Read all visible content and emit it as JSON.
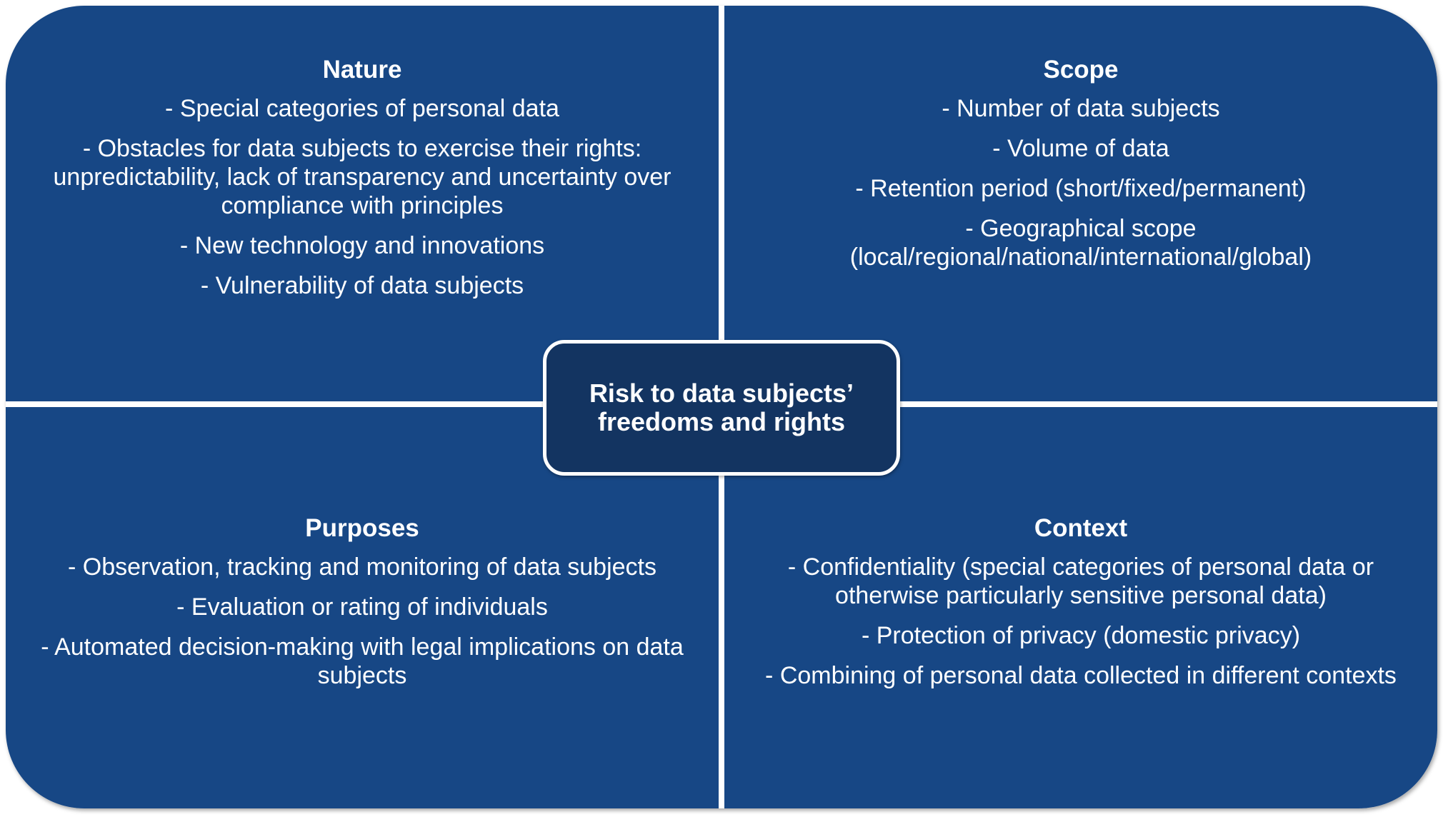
{
  "center": {
    "label": "Risk to data subjects’ freedoms and rights"
  },
  "quadrants": {
    "nature": {
      "title": "Nature",
      "items": [
        "- Special categories of personal data",
        "- Obstacles for data subjects to exercise their rights: unpredictability, lack of transparency and uncertainty over compliance with principles",
        "- New technology and innovations",
        "- Vulnerability of data subjects"
      ]
    },
    "scope": {
      "title": "Scope",
      "items": [
        "- Number of data subjects",
        "- Volume of data",
        "- Retention period (short/fixed/permanent)",
        "- Geographical scope (local/regional/national/international/global)"
      ]
    },
    "purposes": {
      "title": "Purposes",
      "items": [
        "- Observation, tracking and monitoring of data subjects",
        "- Evaluation or rating of individuals",
        "- Automated decision-making with legal implications on data subjects"
      ]
    },
    "context": {
      "title": "Context",
      "items": [
        "- Confidentiality (special categories of personal data or otherwise particularly sensitive personal data)",
        "- Protection of privacy (domestic privacy)",
        "- Combining of personal data collected in different contexts"
      ]
    }
  },
  "colors": {
    "quadrant_fill": "#174785",
    "center_fill": "#133461",
    "divider": "#ffffff",
    "text": "#ffffff"
  }
}
